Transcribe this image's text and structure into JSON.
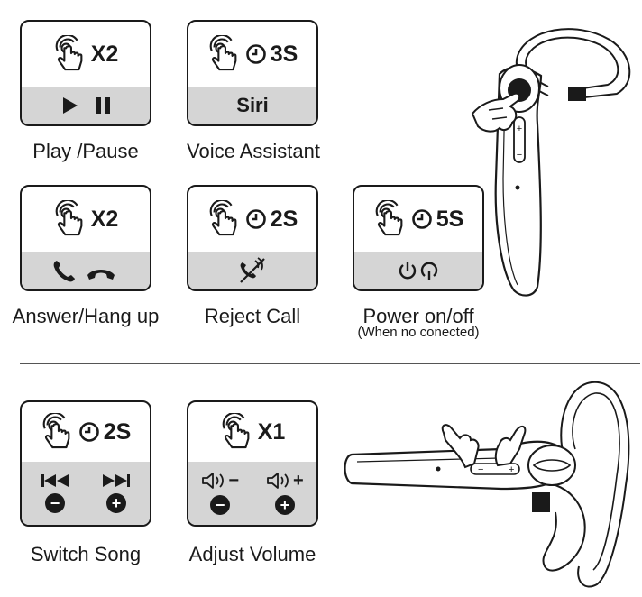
{
  "cards": {
    "play_pause": {
      "gesture": "X2",
      "caption": "Play /Pause"
    },
    "voice_assistant": {
      "gesture": "3S",
      "action": "Siri",
      "caption": "Voice Assistant"
    },
    "answer_hangup": {
      "gesture": "X2",
      "caption": "Answer/Hang up"
    },
    "reject_call": {
      "gesture": "2S",
      "caption": "Reject Call"
    },
    "power": {
      "gesture": "5S",
      "caption": "Power on/off",
      "subcaption": "(When no conected)"
    },
    "switch_song": {
      "gesture": "2S",
      "minus": "−",
      "plus": "+",
      "caption": "Switch Song"
    },
    "adjust_volume": {
      "gesture": "X1",
      "vol_minus": "−",
      "vol_plus": "+",
      "minus": "−",
      "plus": "+",
      "caption": "Adjust Volume"
    }
  }
}
